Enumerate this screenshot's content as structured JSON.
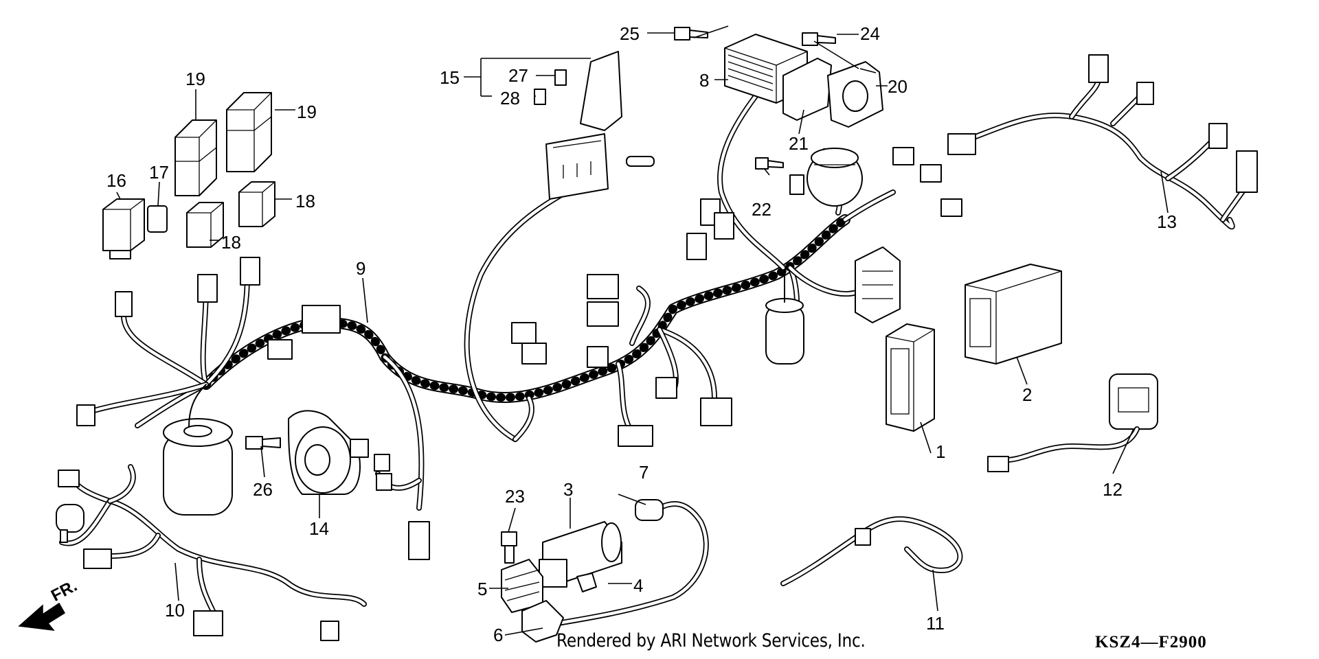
{
  "diagram": {
    "front_marker": "FR.",
    "credit": "Rendered by ARI Network Services, Inc.",
    "code": "KSZ4—F2900",
    "callouts": {
      "c1": "1",
      "c2": "2",
      "c3": "3",
      "c4": "4",
      "c5": "5",
      "c6": "6",
      "c7": "7",
      "c8": "8",
      "c9": "9",
      "c10": "10",
      "c11": "11",
      "c12": "12",
      "c13": "13",
      "c14": "14",
      "c15": "15",
      "c16": "16",
      "c17": "17",
      "c18a": "18",
      "c18b": "18",
      "c19a": "19",
      "c19b": "19",
      "c20": "20",
      "c21": "21",
      "c22": "22",
      "c23": "23",
      "c24": "24",
      "c25": "25",
      "c26": "26",
      "c27": "27",
      "c28": "28"
    }
  }
}
